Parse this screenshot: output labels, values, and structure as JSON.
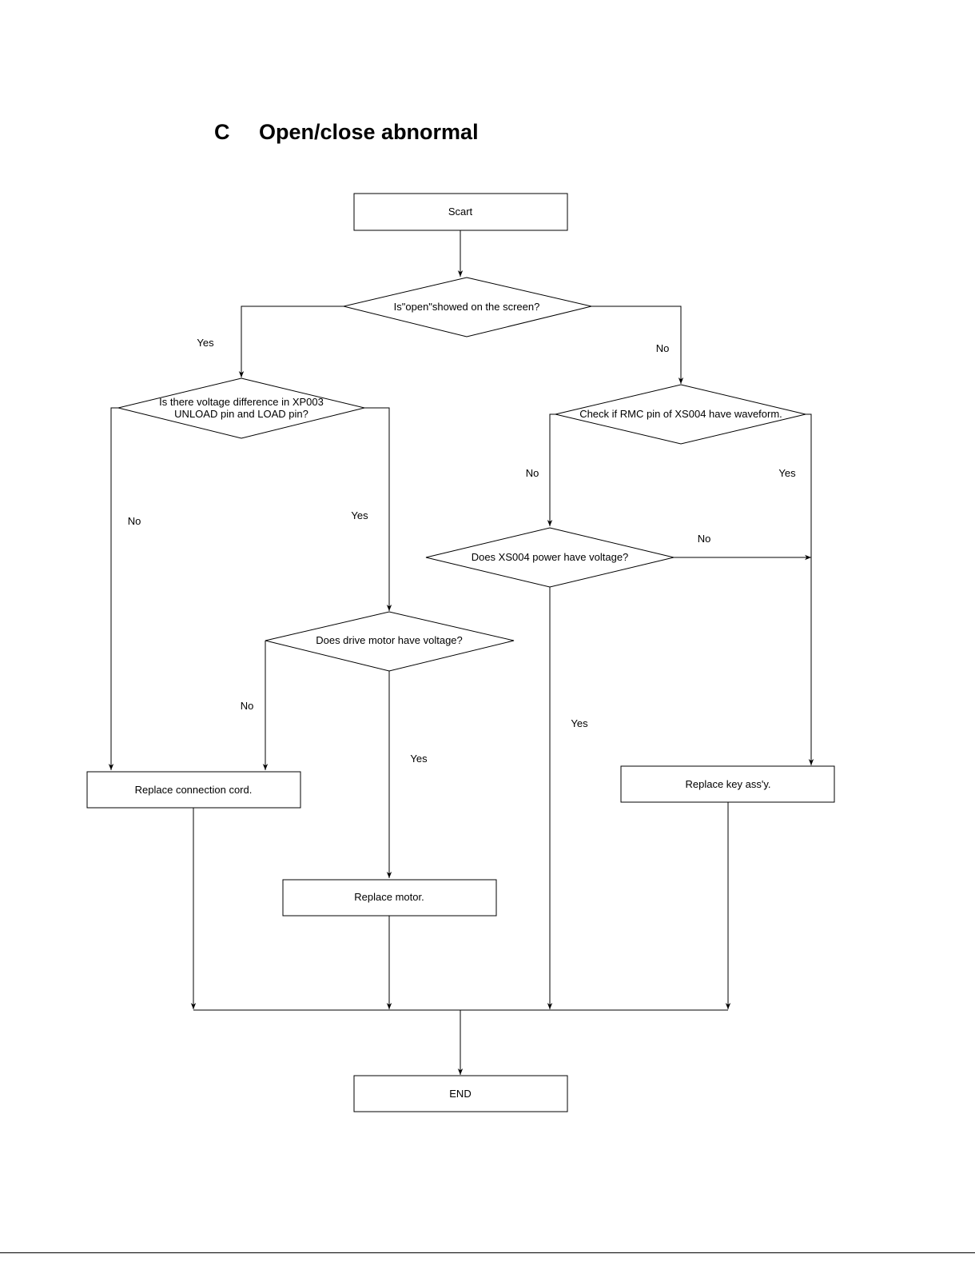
{
  "heading": {
    "letter": "C",
    "title": "Open/close abnormal"
  },
  "nodes": {
    "start": "Scart",
    "q_open": "Is\"open\"showed on the screen?",
    "q_voltage_line1": "Is there voltage difference in XP003",
    "q_voltage_line2": "UNLOAD pin and LOAD pin?",
    "q_rmc": "Check if RMC pin of XS004 have waveform.",
    "q_xs004_power": "Does XS004 power have voltage?",
    "q_drive_motor": "Does drive motor have voltage?",
    "replace_cord": "Replace connection cord.",
    "replace_key": "Replace key ass'y.",
    "replace_motor": "Replace motor.",
    "end": "END"
  },
  "labels": {
    "open_yes": "Yes",
    "open_no": "No",
    "voltage_no": "No",
    "voltage_yes": "Yes",
    "rmc_no": "No",
    "rmc_yes": "Yes",
    "power_no": "No",
    "power_yes": "Yes",
    "motor_no": "No",
    "motor_yes": "Yes"
  }
}
